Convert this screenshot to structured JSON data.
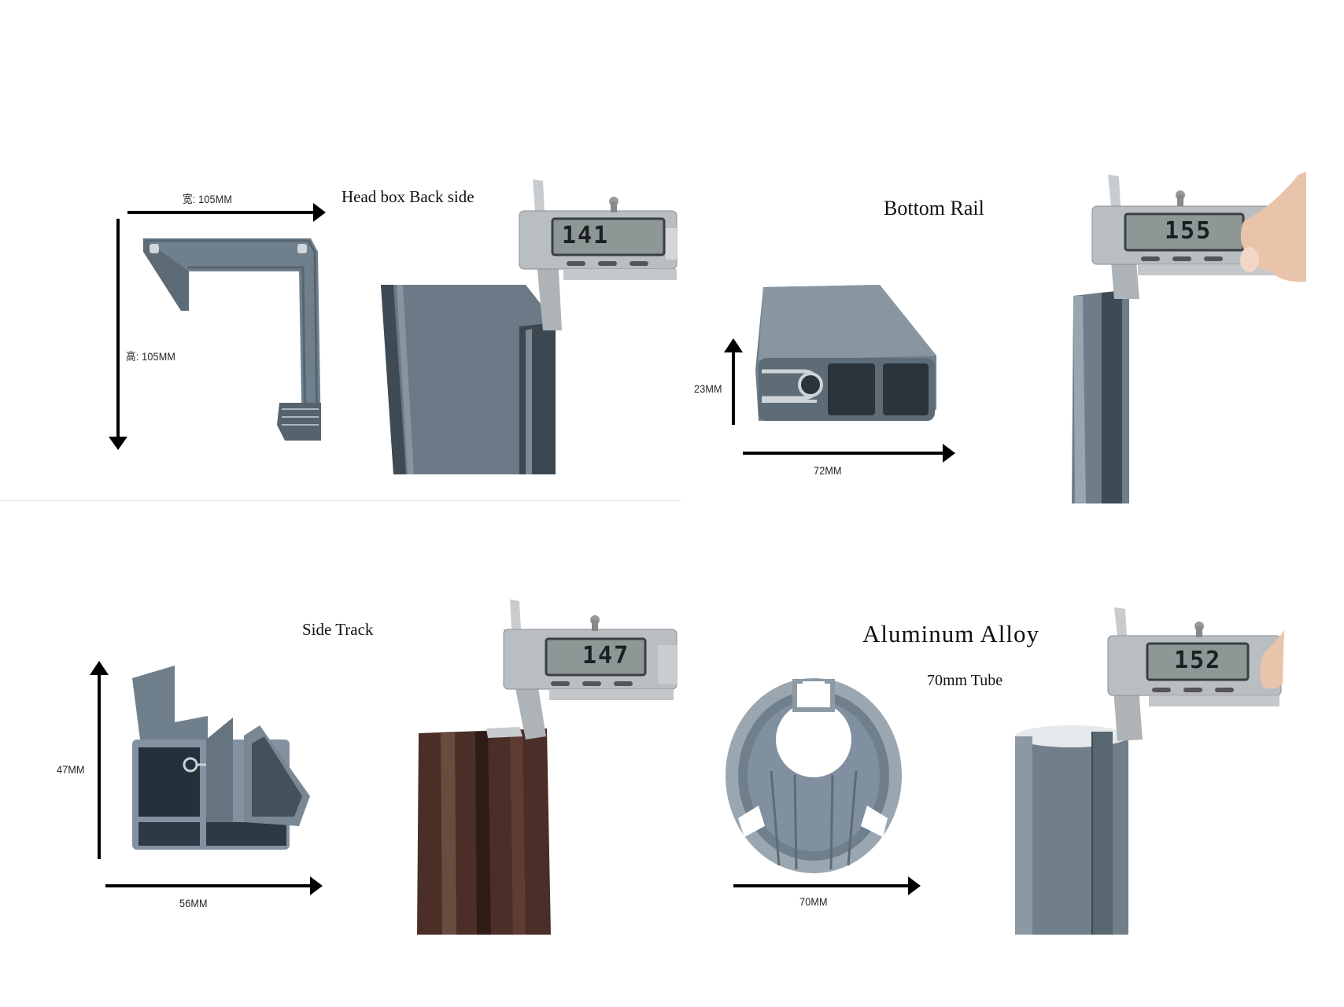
{
  "panels": {
    "head_box": {
      "title": "Head box Back side",
      "width_label": "宽: 105MM",
      "height_label": "高: 105MM",
      "caliper_reading": "141"
    },
    "bottom_rail": {
      "title": "Bottom Rail",
      "height_label": "23MM",
      "width_label": "72MM",
      "caliper_reading": "155"
    },
    "side_track": {
      "title": "Side Track",
      "height_label": "47MM",
      "width_label": "56MM",
      "caliper_reading": "147"
    },
    "tube": {
      "title": "Aluminum Alloy",
      "subtitle": "70mm Tube",
      "width_label": "70MM",
      "caliper_reading": "152"
    }
  },
  "colors": {
    "profile_gray": "#6f808c",
    "profile_dark": "#45535d",
    "bronze": "#4a2e27",
    "caliper_steel": "#b9bec2",
    "lcd": "#8d9795"
  },
  "icons": [
    "arrow-right-icon",
    "arrow-down-icon",
    "arrow-up-icon",
    "digital-caliper-icon"
  ]
}
